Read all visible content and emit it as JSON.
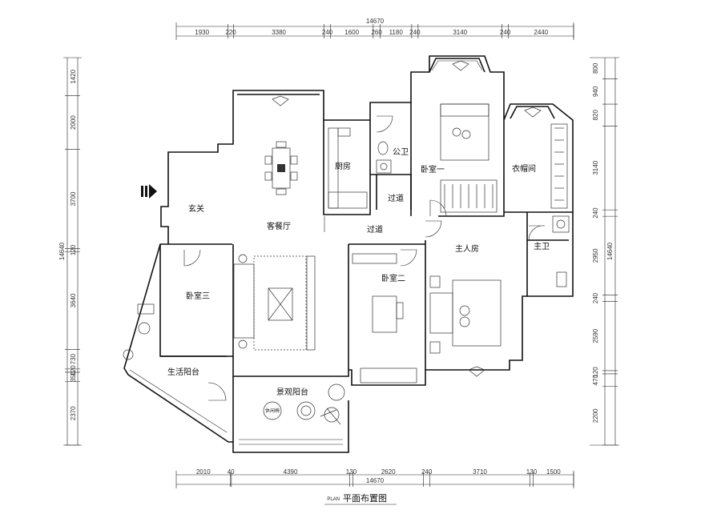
{
  "title": {
    "plan_code": "PLAN",
    "caption": "平面布置图"
  },
  "rooms": {
    "entry": "玄关",
    "living_dining": "客餐厅",
    "kitchen": "厨房",
    "public_wc": "公卫",
    "corridor_small": "过道",
    "corridor": "过道",
    "bedroom1": "卧室一",
    "cloakroom": "衣帽间",
    "master_bedroom": "主人房",
    "master_wc": "主卫",
    "bedroom2": "卧室二",
    "bedroom3": "卧室三",
    "service_balcony": "生活阳台",
    "view_balcony": "景观阳台",
    "plant_label": "休闲椅"
  },
  "dimensions": {
    "top_total": "14670",
    "top_segments": [
      "1930",
      "220",
      "3380",
      "240",
      "1600",
      "260",
      "1180",
      "240",
      "3140",
      "240",
      "2440"
    ],
    "bottom_total": "14670",
    "bottom_segments": [
      "2010",
      "40",
      "4390",
      "130",
      "2620",
      "240",
      "3710",
      "130",
      "1500"
    ],
    "left_total": "14640",
    "left_segments": [
      "1420",
      "2000",
      "3700",
      "120",
      "3640",
      "730",
      "120",
      "350",
      "2370"
    ],
    "right_total": "14640",
    "right_segments": [
      "800",
      "940",
      "820",
      "3140",
      "240",
      "2950",
      "240",
      "2590",
      "120",
      "470",
      "2200"
    ]
  }
}
